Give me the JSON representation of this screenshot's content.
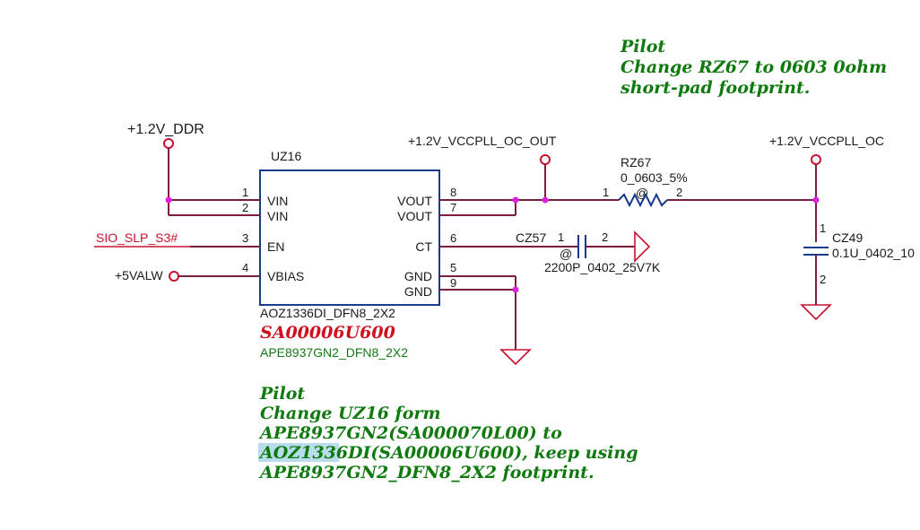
{
  "nets": {
    "ddr": "+1.2V_DDR",
    "vccpll_oc_out": "+1.2V_VCCPLL_OC_OUT",
    "vccpll_oc": "+1.2V_VCCPLL_OC",
    "sio_slp": "SIO_SLP_S3#",
    "valw": "+5VALW"
  },
  "ic": {
    "refdes": "UZ16",
    "footprint_label": "AOZ1336DI_DFN8_2X2",
    "part_number": "SA00006U600",
    "alt_footprint": "APE8937GN2_DFN8_2X2",
    "left_pins": [
      {
        "num": "1",
        "name": "VIN"
      },
      {
        "num": "2",
        "name": "VIN"
      },
      {
        "num": "3",
        "name": "EN"
      },
      {
        "num": "4",
        "name": "VBIAS"
      }
    ],
    "right_pins": [
      {
        "num": "8",
        "name": "VOUT"
      },
      {
        "num": "7",
        "name": "VOUT"
      },
      {
        "num": "6",
        "name": "CT"
      },
      {
        "num": "5",
        "name": "GND"
      },
      {
        "num": "9",
        "name": "GND"
      }
    ]
  },
  "resistor": {
    "refdes": "RZ67",
    "value": "0_0603_5%",
    "pin1": "1",
    "pin2": "2",
    "at": "@"
  },
  "cap_ct": {
    "refdes": "CZ57",
    "value": "2200P_0402_25V7K",
    "pin1": "1",
    "pin2": "2",
    "at": "@"
  },
  "cap_out": {
    "refdes": "CZ49",
    "value": "0.1U_0402_10",
    "pin1": "1",
    "pin2": "2"
  },
  "notes": {
    "top": [
      "Pilot",
      "Change RZ67 to 0603 0ohm",
      "short-pad footprint."
    ],
    "bottom": {
      "line1": "Pilot",
      "line2": "Change UZ16 form",
      "line3": "APE8937GN2(SA000070L00) to",
      "line4_highlight": "AOZ1336",
      "line4_rest": "DI(SA00006U600), keep using",
      "line5": "APE8937GN2_DFN8_2X2 footprint."
    }
  },
  "colors": {
    "wire": "#7a1f3a",
    "component": "#1c3a8c",
    "power_symbol": "#c8102e",
    "junction": "#e020e0",
    "note_text": "#0e7a0e",
    "part_number": "#d0101e",
    "highlight": "#b9dceb"
  }
}
